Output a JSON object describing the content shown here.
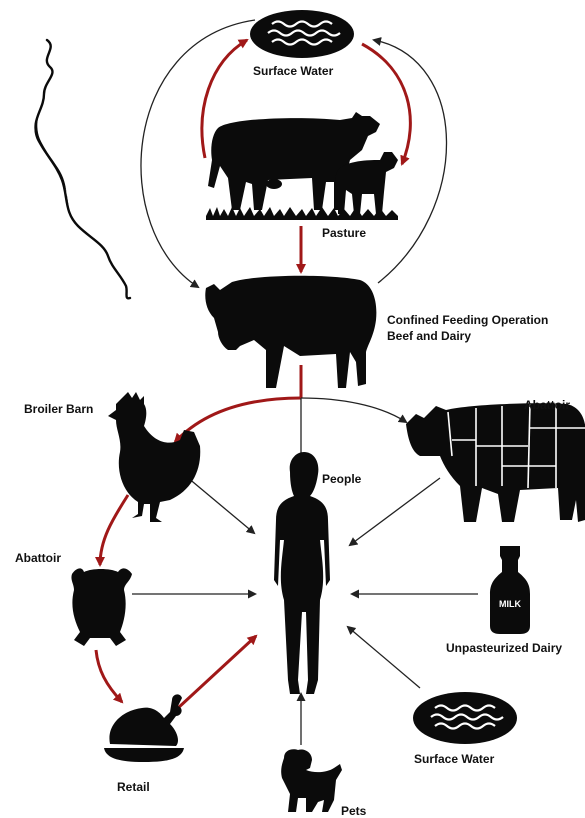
{
  "nodes": {
    "surface_water_top": {
      "label": "Surface Water",
      "icon": "water-waves-icon"
    },
    "pasture": {
      "label": "Pasture",
      "icon": "cow-and-calf-icon"
    },
    "confined_feeding": {
      "label_line1": "Confined Feeding Operation",
      "label_line2": "Beef and Dairy",
      "icon": "steer-icon"
    },
    "broiler_barn": {
      "label": "Broiler Barn",
      "icon": "chicken-icon"
    },
    "abattoir_beef": {
      "label": "Abattoir",
      "icon": "beef-cuts-icon"
    },
    "people": {
      "label": "People",
      "icon": "person-icon"
    },
    "abattoir_poultry": {
      "label": "Abattoir",
      "icon": "plucked-chicken-icon"
    },
    "unpasteurized_dairy": {
      "label": "Unpasteurized Dairy",
      "icon": "milk-bottle-icon",
      "bottle_text": "MILK"
    },
    "retail": {
      "label": "Retail",
      "icon": "roast-chicken-icon"
    },
    "surface_water_bottom": {
      "label": "Surface Water",
      "icon": "water-waves-icon"
    },
    "pets": {
      "label": "Pets",
      "icon": "puppy-icon"
    },
    "bacterium": {
      "icon": "spiral-bacterium-icon"
    }
  },
  "colors": {
    "silhouette": "#0b0b0b",
    "red_arrow": "#a01818",
    "black_arrow": "#222222"
  }
}
